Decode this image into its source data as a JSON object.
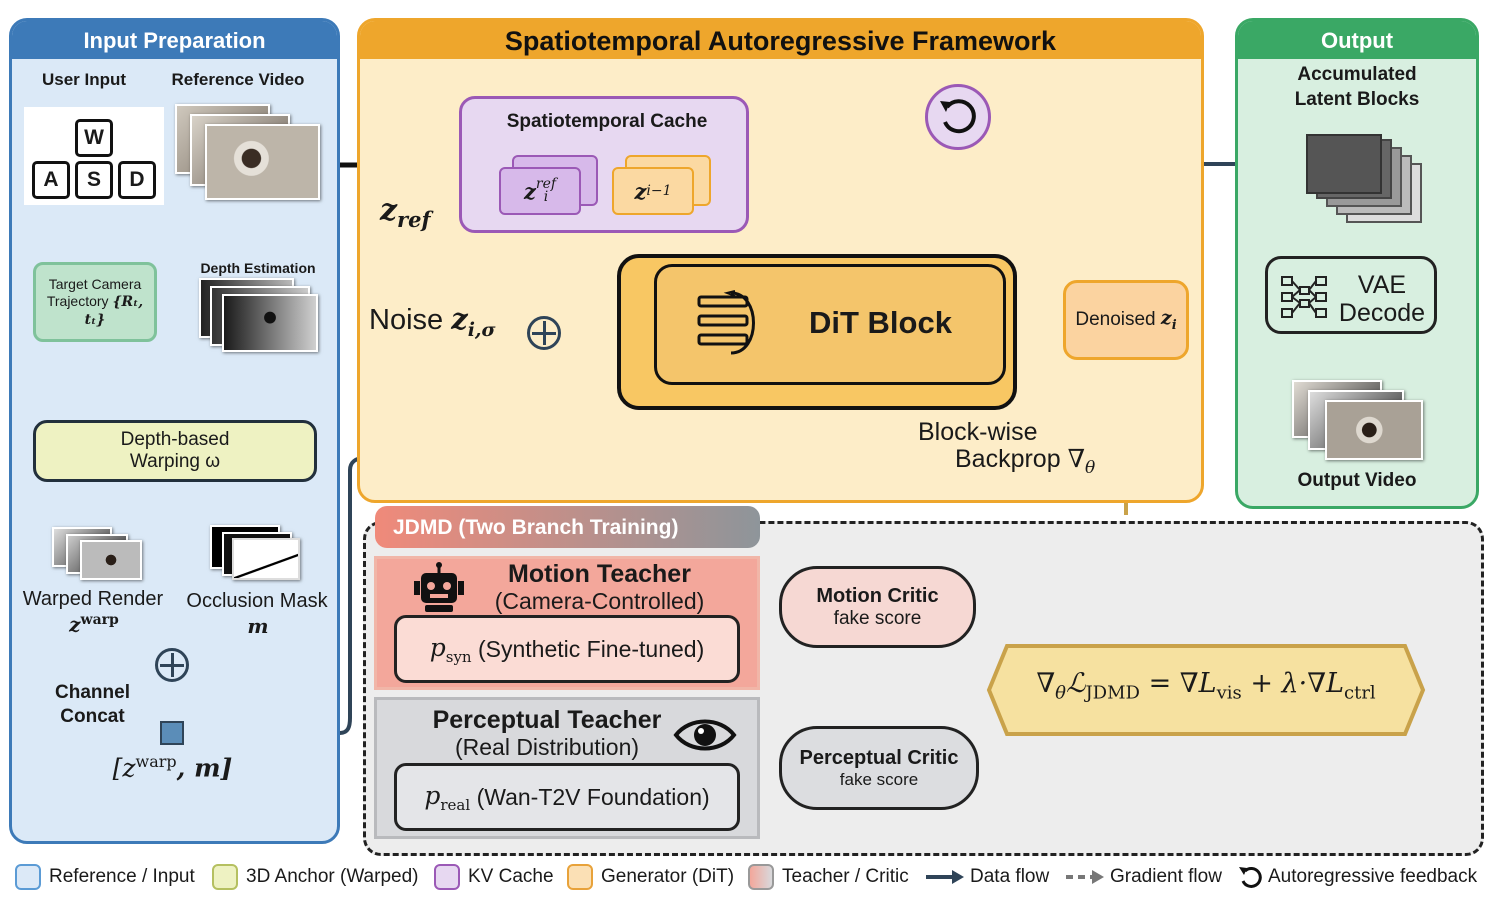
{
  "input_panel": {
    "title": "Input Preparation",
    "user_input_label": "User Input",
    "reference_video_label": "Reference Video",
    "keys": [
      "W",
      "A",
      "S",
      "D"
    ],
    "target_camera_label": "Target Camera",
    "trajectory_label": "Trajectory",
    "trajectory_math": "{Rₜ, tₜ}",
    "depth_estimation_label": "Depth Estimation",
    "warping_line1": "Depth-based",
    "warping_line2": "Warping ω",
    "warped_render_label": "Warped Render",
    "warped_render_math": "z",
    "warped_render_sup": "warp",
    "occlusion_mask_label": "Occlusion Mask",
    "occlusion_mask_math": "m",
    "channel_concat_line1": "Channel",
    "channel_concat_line2": "Concat",
    "concat_math_open": "[z",
    "concat_math_sup": "warp",
    "concat_math_close": ", m]"
  },
  "framework_panel": {
    "title": "Spatiotemporal Autoregressive Framework",
    "cache_title": "Spatiotemporal Cache",
    "cache_ref_base": "z",
    "cache_ref_sub": "i",
    "cache_ref_sup": "ref",
    "cache_prev_base": "z",
    "cache_prev_sub": "i−1",
    "z_ref_base": "z",
    "z_ref_sub": "ref",
    "noise_label": "Noise",
    "noise_base": "z",
    "noise_sub": "i,σ",
    "dit_label": "DiT Block",
    "denoised_label": "Denoised",
    "denoised_base": "z",
    "denoised_sub": "i",
    "backprop_line1": "Block-wise",
    "backprop_line2": "Backprop",
    "backprop_nabla": "∇",
    "backprop_theta": "θ"
  },
  "output_panel": {
    "title": "Output",
    "latent_line1": "Accumulated",
    "latent_line2": "Latent Blocks",
    "vae_line1": "VAE",
    "vae_line2": "Decode",
    "output_video_label": "Output Video"
  },
  "jdmd_panel": {
    "title": "JDMD (Two Branch Training)",
    "motion_teacher_title": "Motion Teacher",
    "motion_teacher_sub": "(Camera-Controlled)",
    "p_syn_base": "p",
    "p_syn_sub": "syn",
    "p_syn_text": "(Synthetic Fine-tuned)",
    "perceptual_teacher_title": "Perceptual Teacher",
    "perceptual_teacher_sub": "(Real Distribution)",
    "p_real_base": "p",
    "p_real_sub": "real",
    "p_real_text": "(Wan-T2V Foundation)",
    "motion_critic_title": "Motion Critic",
    "motion_critic_sub": "fake score",
    "perceptual_critic_title": "Perceptual Critic",
    "perceptual_critic_sub": "fake score",
    "loss_nabla": "∇",
    "loss_theta": "θ",
    "loss_L": "ℒ",
    "loss_L_sub": "JDMD",
    "loss_eq": " = ∇L",
    "loss_vis_sub": "vis",
    "loss_plus": " + λ·∇L",
    "loss_ctrl_sub": "ctrl"
  },
  "legend": [
    {
      "label": "Reference / Input",
      "color": "#5b9bd5",
      "fill": "#dce9f7"
    },
    {
      "label": "3D Anchor (Warped)",
      "color": "#b5c060",
      "fill": "#eef2c2"
    },
    {
      "label": "KV Cache",
      "color": "#9b59b6",
      "fill": "#e7d8f1"
    },
    {
      "label": "Generator (DiT)",
      "color": "#e8a23a",
      "fill": "#fbe0b5"
    },
    {
      "label": "Teacher / Critic",
      "color": "#999999",
      "fill": "#f3a79b"
    },
    {
      "label": "Data flow"
    },
    {
      "label": "Gradient flow"
    },
    {
      "label": "Autoregressive feedback"
    }
  ],
  "colors": {
    "input_blue": "#3d7ab8",
    "framework_orange": "#eea62c",
    "output_green": "#3aa865",
    "arrow": "#2f4458",
    "gradient": "#c9a24a"
  },
  "icons": [
    "refresh-icon",
    "robot-icon",
    "eye-icon",
    "dit-layers-icon",
    "vae-network-icon"
  ]
}
